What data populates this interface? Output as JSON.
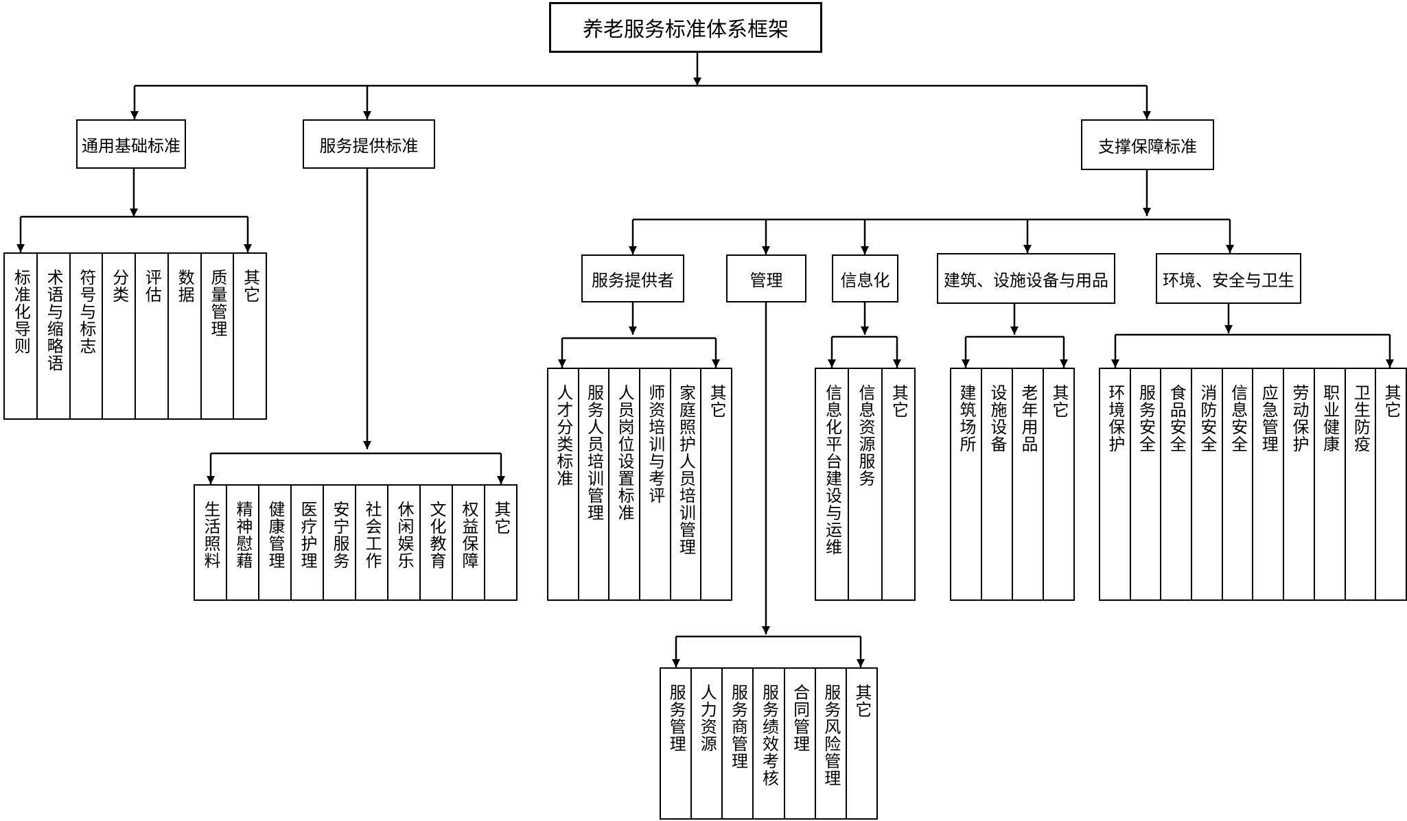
{
  "root": "养老服务标准体系框架",
  "level1": {
    "general": "通用基础标准",
    "service": "服务提供标准",
    "support": "支撑保障标准"
  },
  "level2": {
    "provider": "服务提供者",
    "management": "管理",
    "informatization": "信息化",
    "building": "建筑、设施设备与用品",
    "environment": "环境、安全与卫生"
  },
  "leaves": {
    "general": [
      "标准化导则",
      "术语与缩略语",
      "符号与标志",
      "分类",
      "评估",
      "数据",
      "质量管理",
      "其它"
    ],
    "service": [
      "生活照料",
      "精神慰藉",
      "健康管理",
      "医疗护理",
      "安宁服务",
      "社会工作",
      "休闲娱乐",
      "文化教育",
      "权益保障",
      "其它"
    ],
    "provider": [
      "人才分类标准",
      "服务人员培训管理",
      "人员岗位设置标准",
      "师资培训与考评",
      "家庭照护人员培训管理",
      "其它"
    ],
    "informatization": [
      "信息化平台建设与运维",
      "信息资源服务",
      "其它"
    ],
    "building": [
      "建筑场所",
      "设施设备",
      "老年用品",
      "其它"
    ],
    "environment": [
      "环境保护",
      "服务安全",
      "食品安全",
      "消防安全",
      "信息安全",
      "应急管理",
      "劳动保护",
      "职业健康",
      "卫生防疫",
      "其它"
    ],
    "management": [
      "服务管理",
      "人力资源",
      "服务商管理",
      "服务绩效考核",
      "合同管理",
      "服务风险管理",
      "其它"
    ]
  }
}
